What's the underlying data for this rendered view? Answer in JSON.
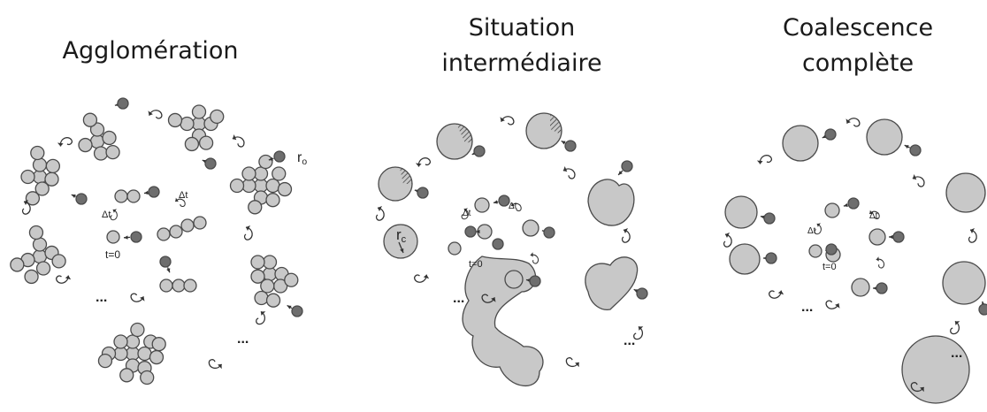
{
  "titles": {
    "agglomeration": "Agglomération",
    "intermediate_line1": "Situation",
    "intermediate_line2": "intermédiaire",
    "coalescence_line1": "Coalescence",
    "coalescence_line2": "complète"
  },
  "annotations": {
    "r0": "r",
    "r0_sub": "o",
    "rc": "r",
    "rc_sub": "c",
    "dt": "Δt",
    "t0": "t=0",
    "ellipsis": "..."
  },
  "colors": {
    "particle_fill": "#c8c8c8",
    "particle_stroke": "#4a4a4a",
    "monomer_fill": "#6e6e6e",
    "arrow": "#333333"
  },
  "icons": [
    "curved-arrow-icon",
    "monomer-dot-icon",
    "cluster-icon",
    "droplet-icon",
    "sintered-particle-icon"
  ]
}
